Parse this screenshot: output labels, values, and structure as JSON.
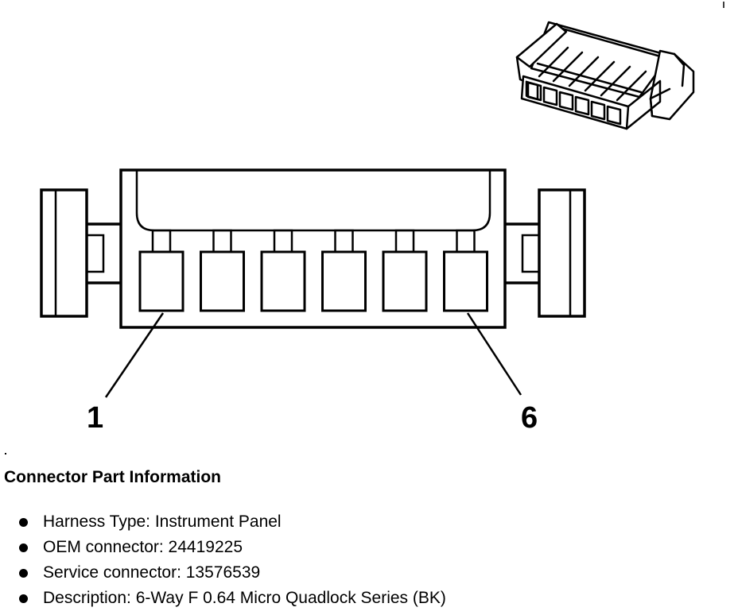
{
  "diagram": {
    "pins": [
      {
        "label": "1"
      },
      {
        "label": "6"
      }
    ],
    "cavity_count": 6
  },
  "part_info": {
    "title": "Connector Part Information",
    "items": [
      {
        "icon": "bullet-icon",
        "text": "Harness Type: Instrument Panel"
      },
      {
        "icon": "bullet-icon",
        "text": "OEM connector: 24419225"
      },
      {
        "icon": "bullet-icon",
        "text": "Service connector: 13576539"
      },
      {
        "icon": "bullet-icon",
        "text": "Description: 6-Way F 0.64 Micro Quadlock Series (BK)"
      }
    ]
  },
  "colors": {
    "line": "#000000",
    "background": "#ffffff"
  }
}
